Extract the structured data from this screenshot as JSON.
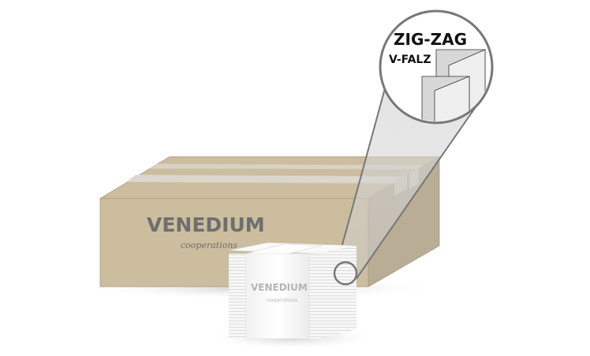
{
  "product": {
    "brand": "VENEDIUM",
    "brand_tagline": "cooperations",
    "fold_type_title": "ZIG-ZAG",
    "fold_type_subtitle": "V-FALZ"
  },
  "colors": {
    "carton": "#cbbd9e",
    "carton_side": "#b7ab94",
    "logo": "#6e6e6e",
    "magnifier_ring": "#777777"
  }
}
